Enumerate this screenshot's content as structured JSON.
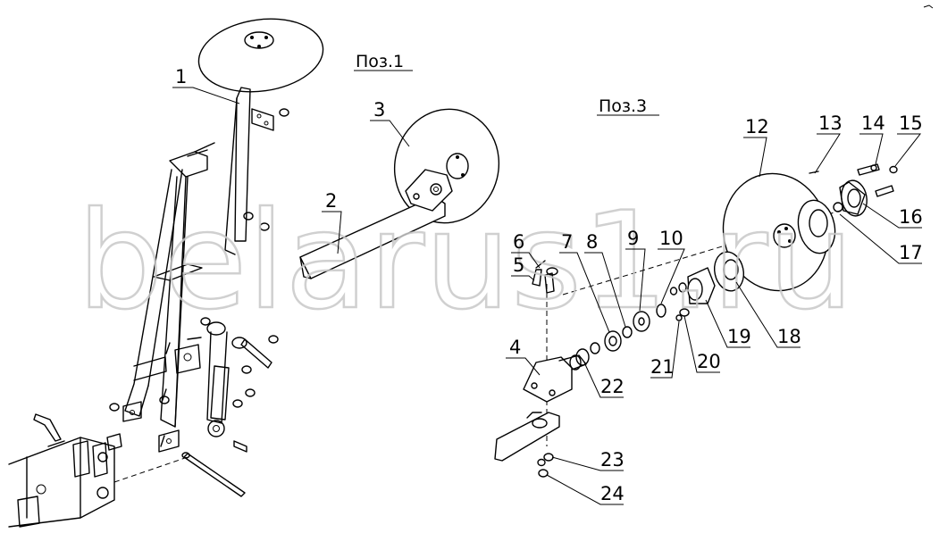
{
  "diagram": {
    "position_labels": {
      "pos1": "Поз.1",
      "pos3": "Поз.3"
    },
    "watermark": "belarus1.ru",
    "callouts": [
      "1",
      "2",
      "3",
      "4",
      "5",
      "6",
      "7",
      "8",
      "9",
      "10",
      "12",
      "13",
      "14",
      "15",
      "16",
      "17",
      "18",
      "19",
      "20",
      "21",
      "22",
      "23",
      "24"
    ]
  }
}
